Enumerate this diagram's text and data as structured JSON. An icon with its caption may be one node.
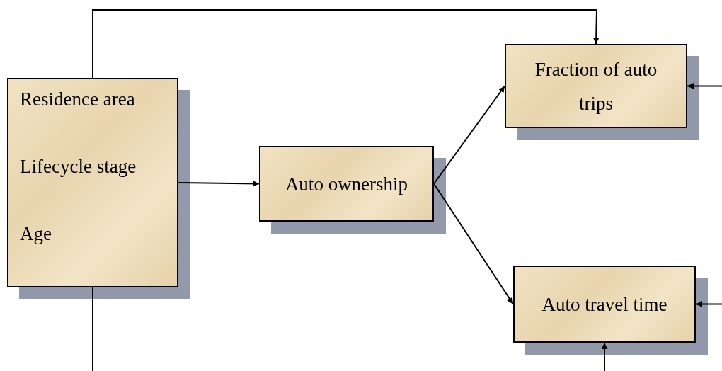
{
  "diagram": {
    "nodes": [
      {
        "text": [
          "Residence area",
          "Lifecycle stage",
          "Age"
        ]
      },
      {
        "text": [
          "Auto ownership"
        ]
      },
      {
        "text": [
          "Fraction of auto trips"
        ]
      },
      {
        "text": [
          "Auto travel time"
        ]
      }
    ],
    "edges": [
      {
        "from": 0,
        "to": 2,
        "arrow": "to"
      },
      {
        "from": 0,
        "to": 1,
        "arrow": "to"
      },
      {
        "from": 1,
        "to": 2,
        "arrow": "to"
      },
      {
        "from": 1,
        "to": 3,
        "arrow": "to"
      },
      {
        "from": null,
        "to": 2,
        "arrow": "to"
      },
      {
        "from": null,
        "to": 3,
        "arrow": "to"
      },
      {
        "from": 0,
        "to": null,
        "arrow": "none"
      },
      {
        "from": null,
        "to": 3,
        "arrow": "to"
      }
    ]
  }
}
